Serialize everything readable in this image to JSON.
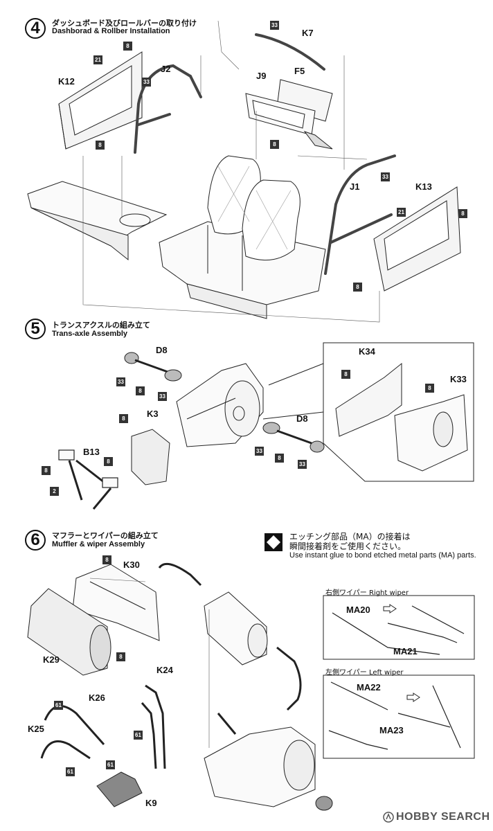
{
  "steps": [
    {
      "number": "4",
      "title_jp": "ダッシュボード及びロールバーの取り付け",
      "title_en": "Dashborad & Rollber Installation"
    },
    {
      "number": "5",
      "title_jp": "トランスアクスルの組み立て",
      "title_en": "Trans-axle Assembly"
    },
    {
      "number": "6",
      "title_jp": "マフラーとワイパーの組み立て",
      "title_en": "Muffler & wiper Assembly"
    }
  ],
  "labels": {
    "k7": "K7",
    "j2": "J2",
    "k12": "K12",
    "j9": "J9",
    "f5": "F5",
    "j1": "J1",
    "k13": "K13",
    "d8a": "D8",
    "d8b": "D8",
    "k3": "K3",
    "b13": "B13",
    "k34": "K34",
    "k33": "K33",
    "k30": "K30",
    "k29": "K29",
    "k24": "K24",
    "k26": "K26",
    "k25": "K25",
    "k9": "K9",
    "ma20": "MA20",
    "ma21": "MA21",
    "ma22": "MA22",
    "ma23": "MA23"
  },
  "tags": {
    "c33": "33",
    "c8": "8",
    "c21": "21",
    "c2": "2",
    "c61": "61"
  },
  "note": {
    "line1": "エッチング部品（MA）の接着は",
    "line2": "瞬間接着剤をご使用ください。",
    "line3": "Use instant glue to bond etched metal parts (MA) parts."
  },
  "wipers": {
    "right": "右側ワイパー  Right wiper",
    "left": "左側ワイパー  Left wiper"
  },
  "watermark": "HOBBY SEARCH",
  "icons": [
    "glue-diamond-icon",
    "arrow-icon",
    "watermark-logo-icon"
  ]
}
